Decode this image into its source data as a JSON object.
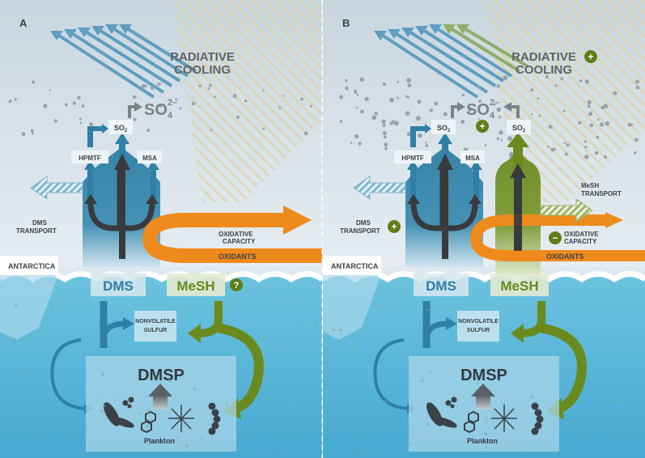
{
  "colors": {
    "sky": "#cdd9e1",
    "sky_light": "#e3ebf0",
    "ocean": "#56b4d6",
    "ocean_deep": "#3f9ec4",
    "dms_blue": "#2f7fa6",
    "mesh_green": "#6a8a1e",
    "oxidant_orange": "#ef8a1c",
    "dark_arrow": "#383a3e",
    "grey_text": "#6d7478",
    "label_box": "#eef3f6",
    "badge_green": "#5f7f17"
  },
  "panels": [
    {
      "letter": "A",
      "radiative_cooling": [
        "RADIATIVE",
        "COOLING"
      ],
      "sulfate_base": "SO",
      "sulfate_sub": "4",
      "sulfate_sup": "2–",
      "so2_left": "SO2",
      "hpmtf": "HPMTF",
      "msa": "MSA",
      "dms_transport": [
        "DMS",
        "TRANSPORT"
      ],
      "oxidative_capacity": [
        "OXIDATIVE",
        "CAPACITY"
      ],
      "oxidants": "OXIDANTS",
      "antarctica": "ANTARCTICA",
      "dms": "DMS",
      "mesh": "MeSH",
      "mesh_badge": "?",
      "nonvolatile": [
        "NONVOLATILE",
        "SULFUR"
      ],
      "dmsp": "DMSP",
      "plankton": "Plankton"
    },
    {
      "letter": "B",
      "radiative_cooling": [
        "RADIATIVE",
        "COOLING"
      ],
      "cooling_badge": "+",
      "sulfate_base": "SO",
      "sulfate_sub": "4",
      "sulfate_sup": "2–",
      "sulfate_badge": "+",
      "so2_left": "SO2",
      "so2_right": "SO2",
      "hpmtf": "HPMTF",
      "msa": "MSA",
      "dms_transport": [
        "DMS",
        "TRANSPORT"
      ],
      "dms_transport_badge": "+",
      "mesh_transport": [
        "MeSH",
        "TRANSPORT"
      ],
      "oxidative_capacity": [
        "OXIDATIVE",
        "CAPACITY"
      ],
      "oxidative_badge": "−",
      "oxidants": "OXIDANTS",
      "antarctica": "ANTARCTICA",
      "dms": "DMS",
      "mesh": "MeSH",
      "nonvolatile": [
        "NONVOLATILE",
        "SULFUR"
      ],
      "dmsp": "DMSP",
      "plankton": "Plankton"
    }
  ]
}
